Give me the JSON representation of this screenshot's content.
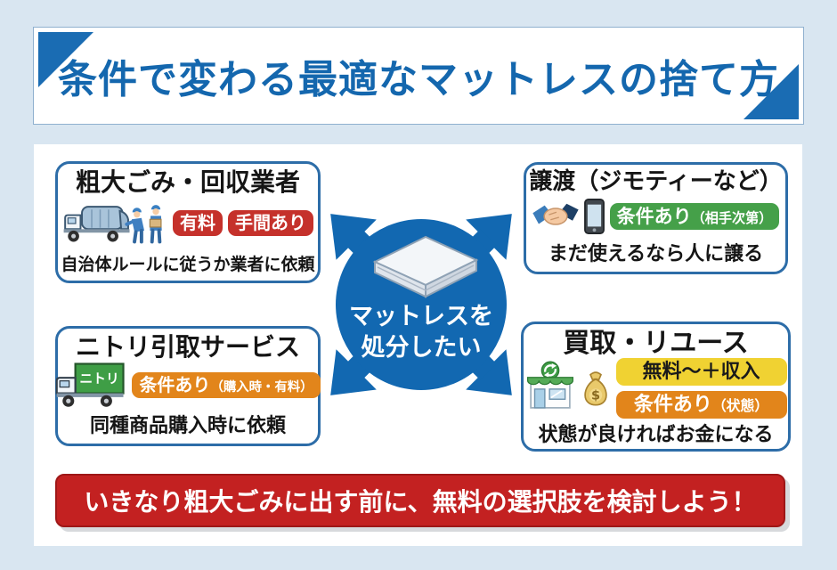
{
  "title": "条件で変わる最適なマットレスの捨て方",
  "center": {
    "line1": "マットレスを",
    "line2": "処分したい",
    "icon_name": "mattress-icon"
  },
  "options": [
    {
      "id": "bulky-garbage",
      "position": "top-left",
      "title": "粗大ごみ・回収業者",
      "icon_names": [
        "garbage-truck-icon",
        "workers-icon"
      ],
      "badges": [
        {
          "label": "有料",
          "color": "#c5312b",
          "text_color": "#ffffff"
        },
        {
          "label": "手間あり",
          "color": "#c5312b",
          "text_color": "#ffffff"
        }
      ],
      "description": "自治体ルールに従うか業者に依頼"
    },
    {
      "id": "transfer",
      "position": "top-right",
      "title": "譲渡（ジモティーなど）",
      "icon_names": [
        "handshake-icon",
        "smartphone-icon"
      ],
      "badges": [
        {
          "label": "条件あり",
          "sub": "（相手次第）",
          "color": "#45a049",
          "text_color": "#ffffff"
        }
      ],
      "description": "まだ使えるなら人に譲る"
    },
    {
      "id": "nitori-pickup",
      "position": "bottom-left",
      "title": "ニトリ引取サービス",
      "icon_names": [
        "nitori-truck-icon"
      ],
      "truck_label": "ニトリ",
      "badges": [
        {
          "label": "条件あり",
          "sub": "（購入時・有料）",
          "color": "#e2851b",
          "text_color": "#ffffff"
        }
      ],
      "description": "同種商品購入時に依頼"
    },
    {
      "id": "buyback-reuse",
      "position": "bottom-right",
      "title": "買取・リユース",
      "icon_names": [
        "storefront-recycle-icon",
        "money-bag-icon"
      ],
      "money_symbol": "$",
      "badges": [
        {
          "label": "無料〜＋収入",
          "color": "#f0d232",
          "text_color": "#1a1a1a"
        },
        {
          "label": "条件あり",
          "sub": "（状態）",
          "color": "#e2851b",
          "text_color": "#ffffff"
        }
      ],
      "description": "状態が良ければお金になる"
    }
  ],
  "footer": "いきなり粗大ごみに出す前に、無料の選択肢を検討しよう！",
  "palette": {
    "page_bg": "#d9e6f1",
    "accent_blue": "#1a6cb3",
    "title_text_blue": "#1467ae",
    "box_border_blue": "#2d6da8",
    "hub_blue": "#1268b1",
    "badge_red": "#c5312b",
    "badge_green": "#45a049",
    "badge_orange": "#e2851b",
    "badge_yellow": "#f0d232",
    "banner_red": "#c32121",
    "nitori_green": "#3f9e46"
  }
}
